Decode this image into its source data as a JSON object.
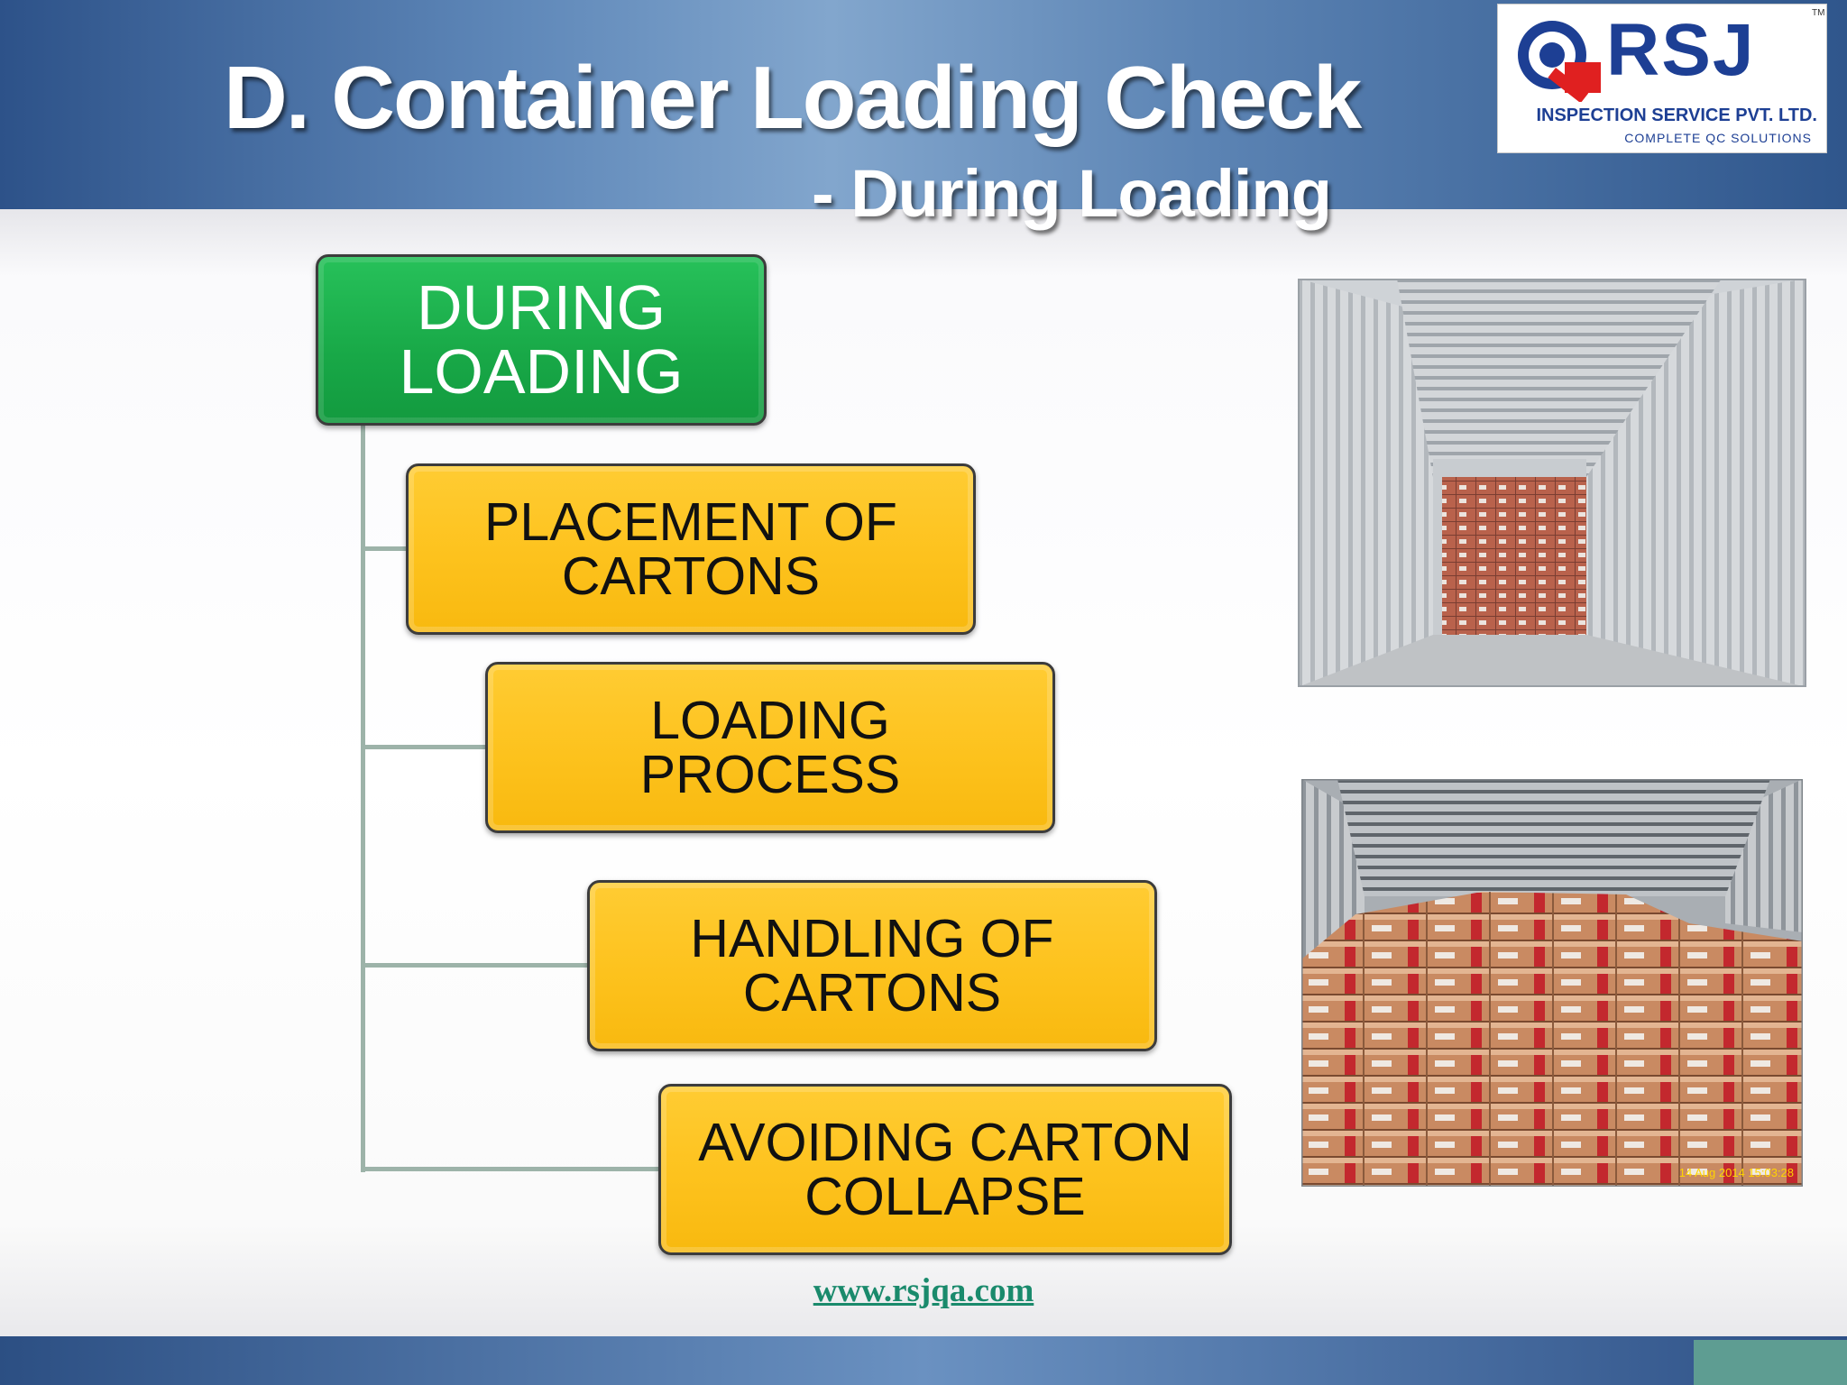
{
  "header": {
    "title": "D. Container Loading Check",
    "subtitle": "- During Loading"
  },
  "logo": {
    "name": "RSJ",
    "tm": "TM",
    "subtitle": "INSPECTION SERVICE PVT. LTD.",
    "tagline": "COMPLETE QC SOLUTIONS",
    "colors": {
      "primary": "#1d3f94",
      "accent": "#e02020"
    }
  },
  "diagram": {
    "root": {
      "label": "DURING\nLOADING",
      "color": "#1aac4b"
    },
    "children": [
      {
        "label": "PLACEMENT OF\nCARTONS"
      },
      {
        "label": "LOADING\nPROCESS"
      },
      {
        "label": "HANDLING OF\nCARTONS"
      },
      {
        "label": "AVOIDING CARTON\nCOLLAPSE"
      }
    ],
    "child_color": "#fdc21d"
  },
  "photos": [
    {
      "subject": "empty-container-with-cartons-at-back"
    },
    {
      "subject": "container-loaded-with-cartons",
      "stamp": "14 Aug 2014 15:03:28"
    }
  ],
  "footer": {
    "website": "www.rsjqa.com"
  }
}
